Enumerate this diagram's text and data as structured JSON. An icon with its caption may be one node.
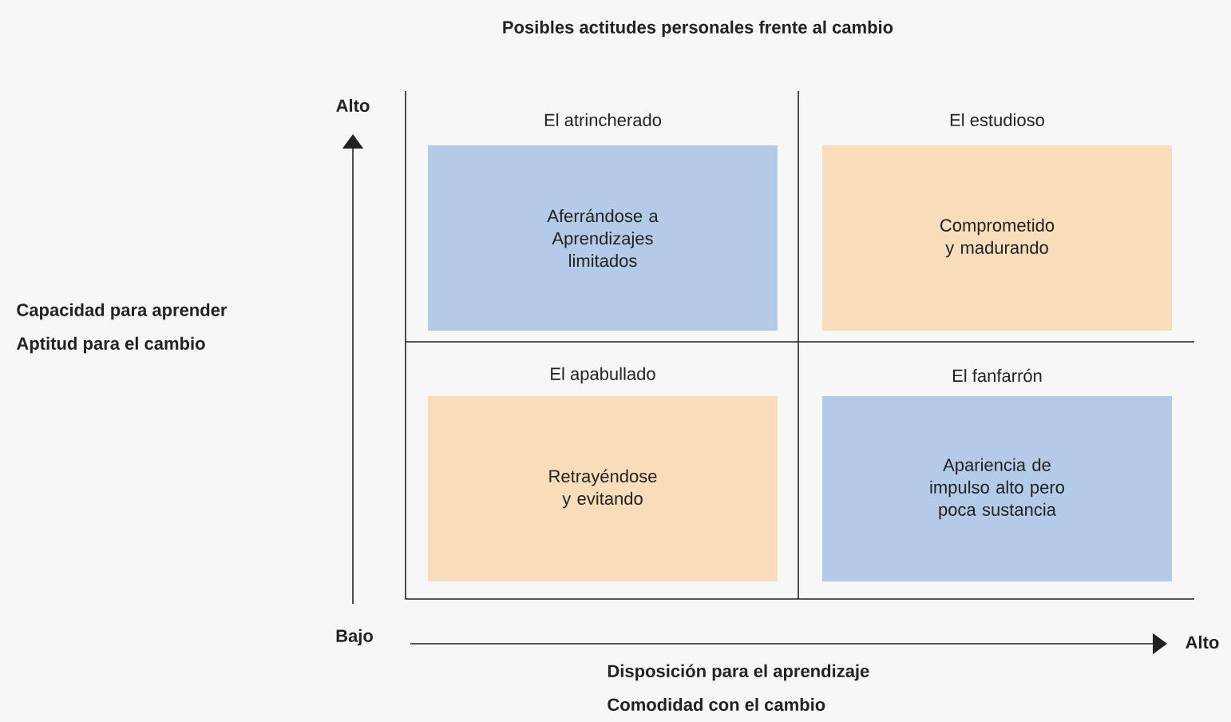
{
  "diagram": {
    "title": "Posibles actitudes personales frente al cambio",
    "nodes": [
      {
        "text": [
          "El atrincherado",
          "Aferrándose a Aprendizajes limitados"
        ]
      },
      {
        "text": [
          "El estudioso",
          "Comprometido y madurando"
        ]
      },
      {
        "text": [
          "El apabullado",
          "Retrayéndose y evitando"
        ]
      },
      {
        "text": [
          "El fanfarrón",
          "Apariencia de impulso alto pero poca sustancia"
        ]
      }
    ],
    "edges": [],
    "labels": [
      "Alto",
      "Capacidad para aprender",
      "Aptitud para el cambio",
      "Bajo",
      "Alto",
      "Disposición para el aprendizaje",
      "Comodidad con el cambio"
    ]
  }
}
